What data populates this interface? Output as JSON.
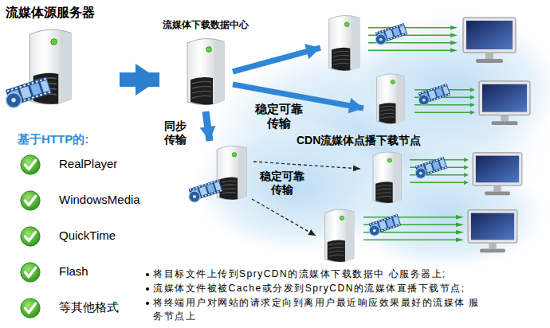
{
  "diagram": {
    "nodes": [
      {
        "text": [
          "流媒体源服务器"
        ]
      },
      {
        "text": [
          "流媒体下载数据中心"
        ]
      }
    ],
    "edges": [
      {
        "from": 0,
        "to": 1,
        "arrow": "to"
      }
    ],
    "labels": [
      "同步 传输",
      "稳定可靠 传输",
      "CDN流媒体点播下载节点",
      "稳定可靠 传输",
      "基于HTTP的:",
      "RealPlayer",
      "WindowsMedia",
      "QuickTime",
      "Flash",
      "等其他格式",
      "将目标文件上传到SpryCDN的流媒体下载数据中 心服务器上;",
      "流媒体文件被被Cache或分发到SpryCDN的流媒体直播下载节点;",
      "将终端用户对网站的请求定向到离用户最近响应效果最好的流媒体 服务节点上"
    ]
  }
}
